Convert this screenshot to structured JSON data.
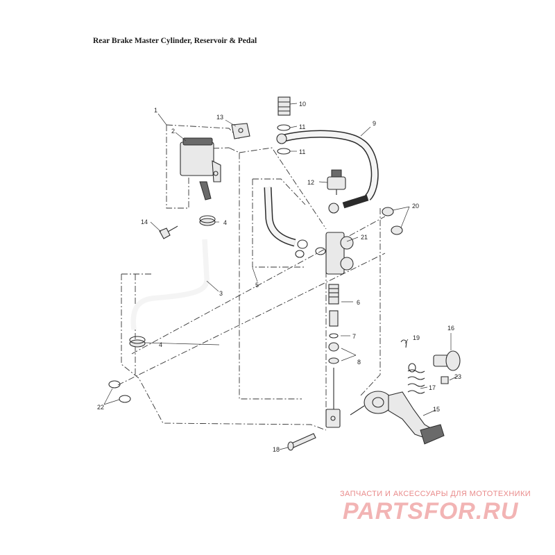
{
  "title": "Rear Brake Master Cylinder, Reservoir & Pedal",
  "callouts": [
    "1",
    "2",
    "3",
    "4",
    "4",
    "5",
    "6",
    "7",
    "8",
    "9",
    "10",
    "11",
    "11",
    "12",
    "13",
    "14",
    "15",
    "16",
    "17",
    "18",
    "19",
    "20",
    "21",
    "22",
    "23"
  ],
  "watermark": {
    "subtitle": "ЗАПЧАСТИ И АКСЕССУАРЫ ДЛЯ МОТОТЕХНИКИ",
    "logo": "PARTSFOR.RU"
  }
}
